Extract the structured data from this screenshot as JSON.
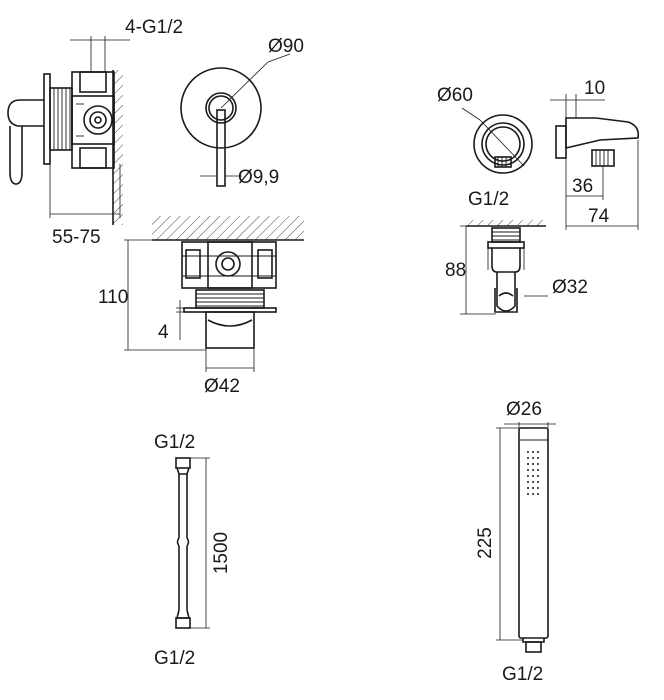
{
  "labels": {
    "valve_outlets": "4-G1/2",
    "plate_diameter": "Ø90",
    "lever_diameter": "Ø9,9",
    "depth_range": "55-75",
    "body_height": "110",
    "thread_offset": "4",
    "sleeve_diameter": "Ø42",
    "elbow_diameter": "Ø60",
    "elbow_projection": "10",
    "elbow_depth": "36",
    "elbow_total": "74",
    "elbow_thread": "G1/2",
    "holder_height": "88",
    "holder_diameter": "Ø32",
    "hose_top_thread": "G1/2",
    "hose_length": "1500",
    "hose_bottom_thread": "G1/2",
    "head_diameter": "Ø26",
    "head_length": "225",
    "head_thread": "G1/2"
  }
}
